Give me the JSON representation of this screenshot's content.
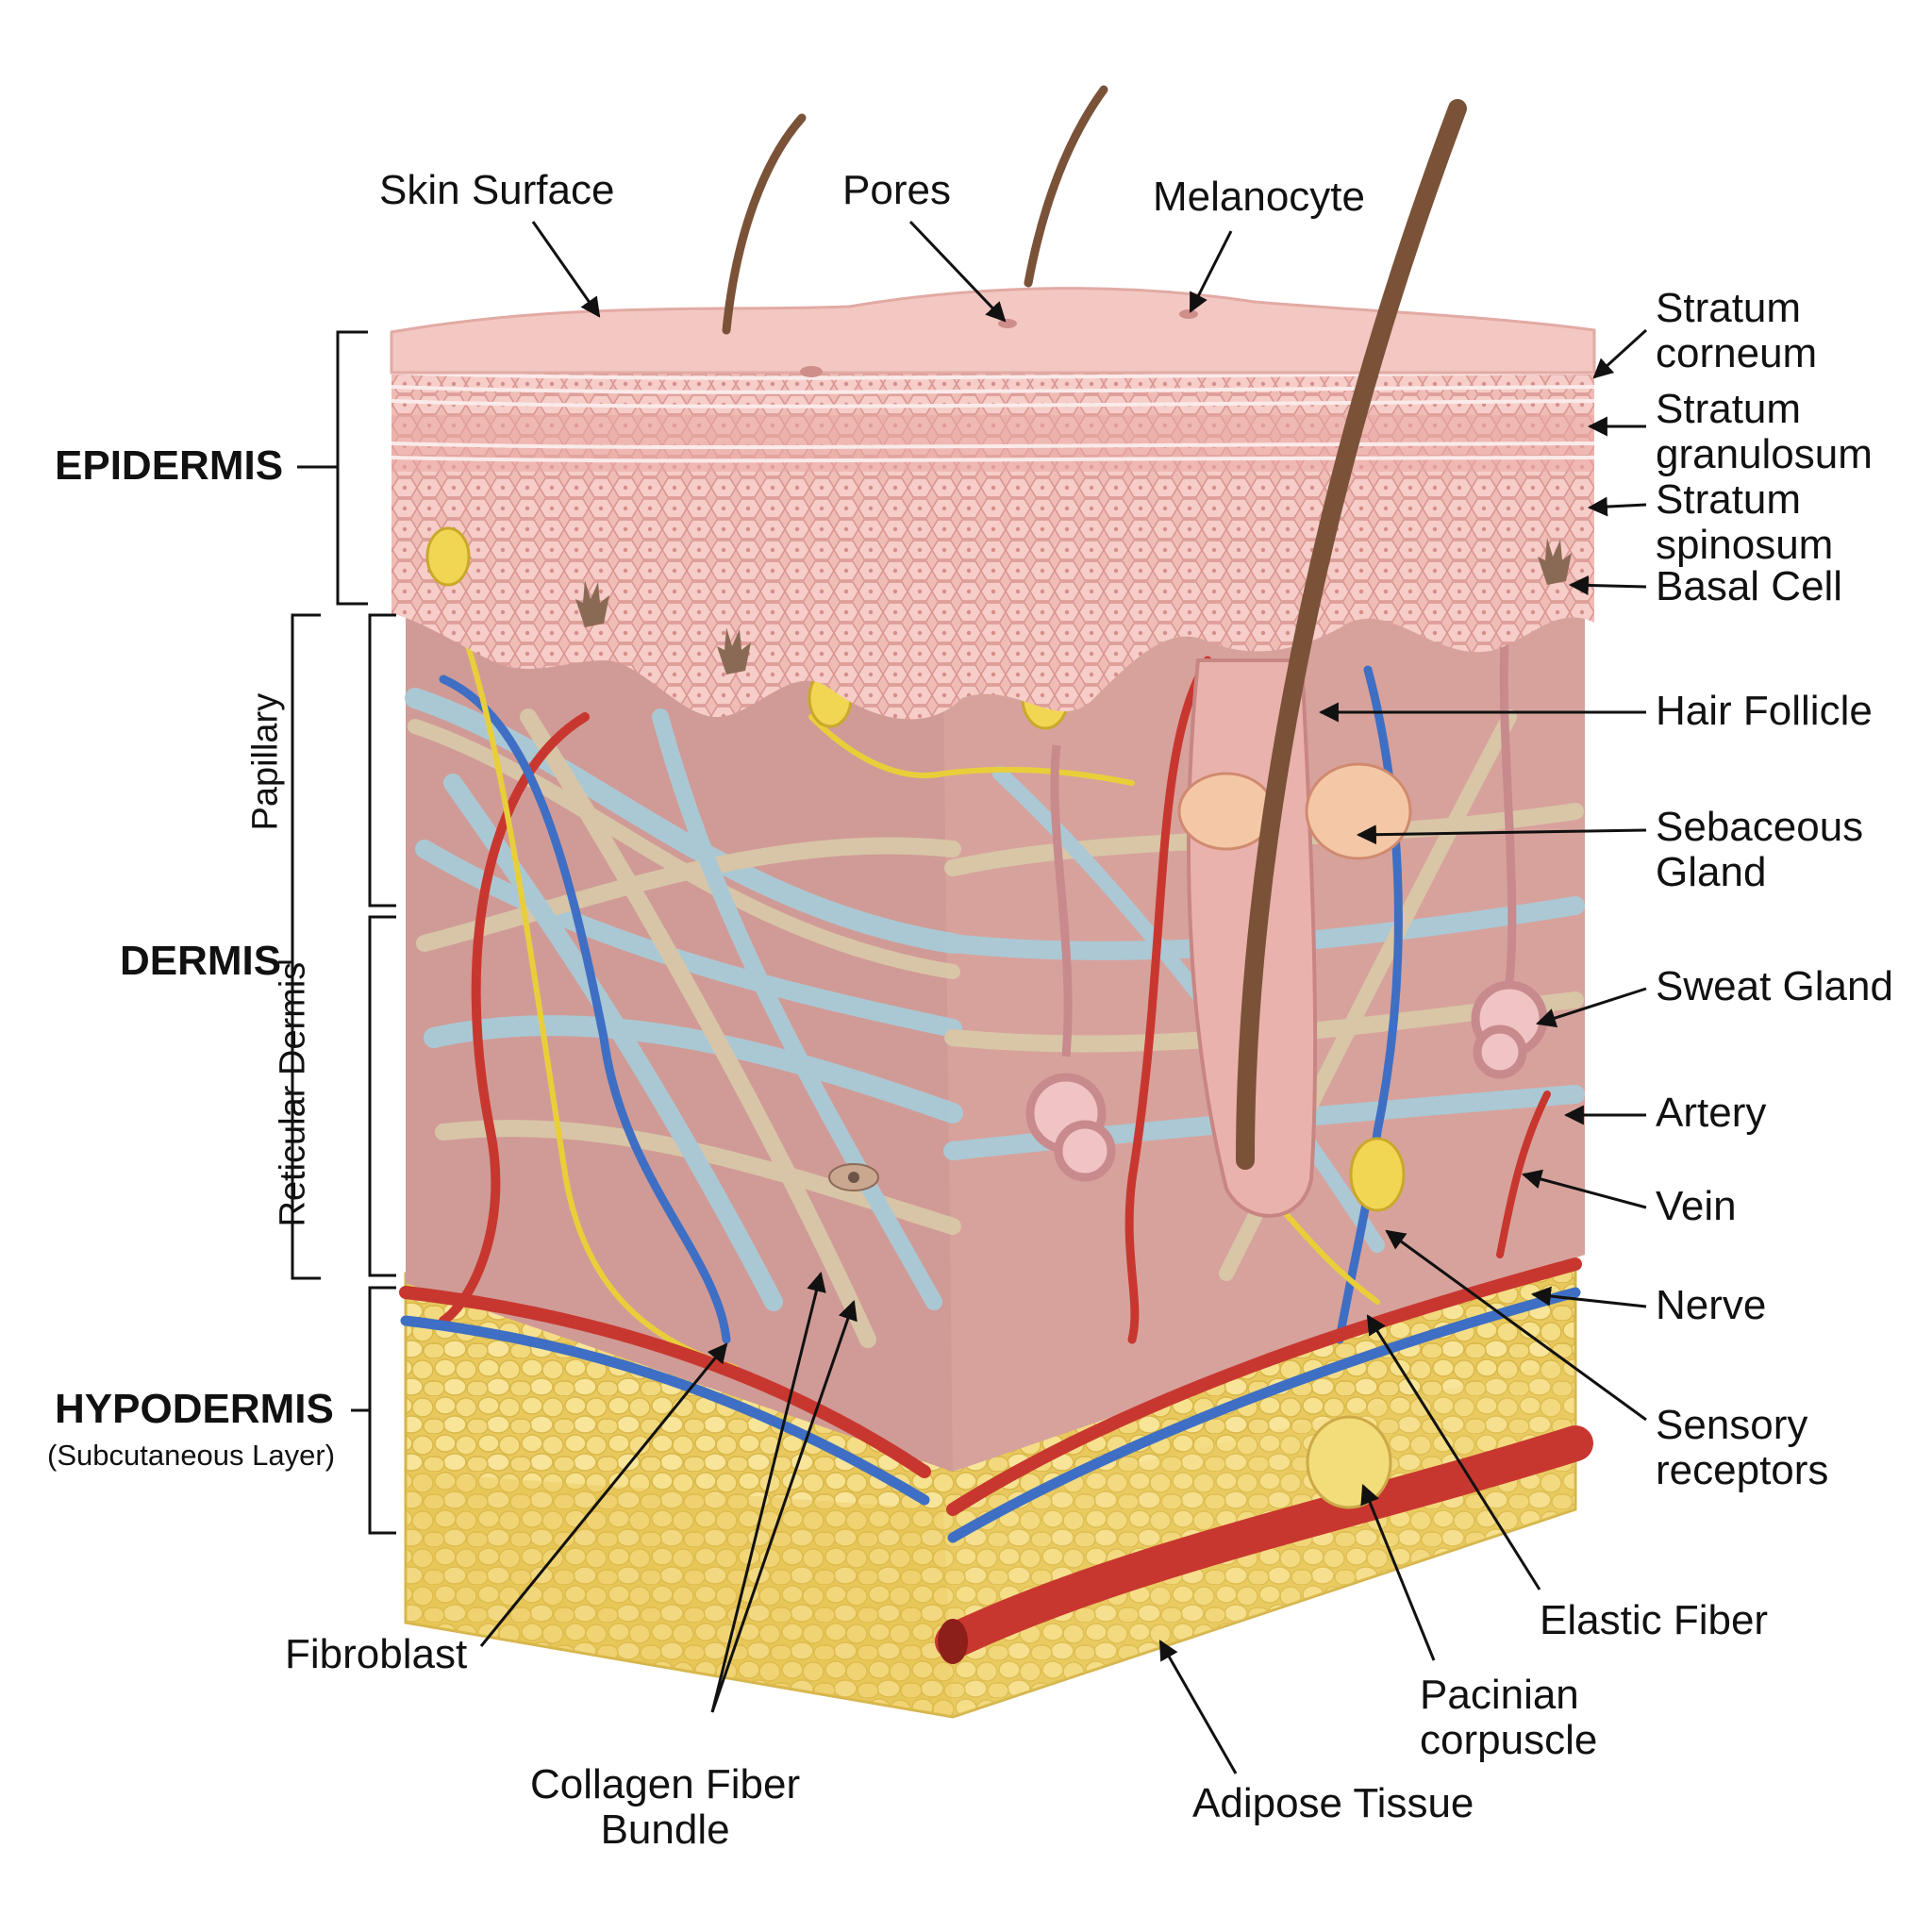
{
  "labels": {
    "skin_surface": "Skin Surface",
    "pores": "Pores",
    "melanocyte": "Melanocyte",
    "stratum_corneum": [
      "Stratum",
      "corneum"
    ],
    "stratum_granulosum": [
      "Stratum",
      "granulosum"
    ],
    "stratum_spinosum": [
      "Stratum",
      "spinosum"
    ],
    "basal_cell": "Basal Cell",
    "hair_follicle": "Hair Follicle",
    "sebaceous_gland": [
      "Sebaceous",
      "Gland"
    ],
    "sweat_gland": "Sweat Gland",
    "artery": "Artery",
    "vein": "Vein",
    "nerve": "Nerve",
    "sensory_receptors": [
      "Sensory",
      "receptors"
    ],
    "elastic_fiber": "Elastic Fiber",
    "pacinian_corpuscle": [
      "Pacinian",
      "corpuscle"
    ],
    "adipose_tissue": "Adipose Tissue",
    "collagen_fiber_bundle": [
      "Collagen Fiber",
      "Bundle"
    ],
    "fibroblast": "Fibroblast"
  },
  "layers": {
    "epidermis": "EPIDERMIS",
    "dermis": "DERMIS",
    "hypodermis": "HYPODERMIS",
    "hypodermis_caption": "(Subcutaneous Layer)",
    "papillary": "Papillary",
    "reticular": "Reticular Dermis"
  },
  "colors": {
    "skin_top": "#f1c4bf",
    "epidermis_cells": "#eeb4b0",
    "dermis": "#d9a19c",
    "fat": "#f4dc7c",
    "artery": "#c8372f",
    "vein": "#3e6fc4",
    "nerve": "#e8cf3a",
    "collagen_blue": "#a9cbd8",
    "collagen_tan": "#d9c8a8",
    "hair": "#7a5238"
  }
}
